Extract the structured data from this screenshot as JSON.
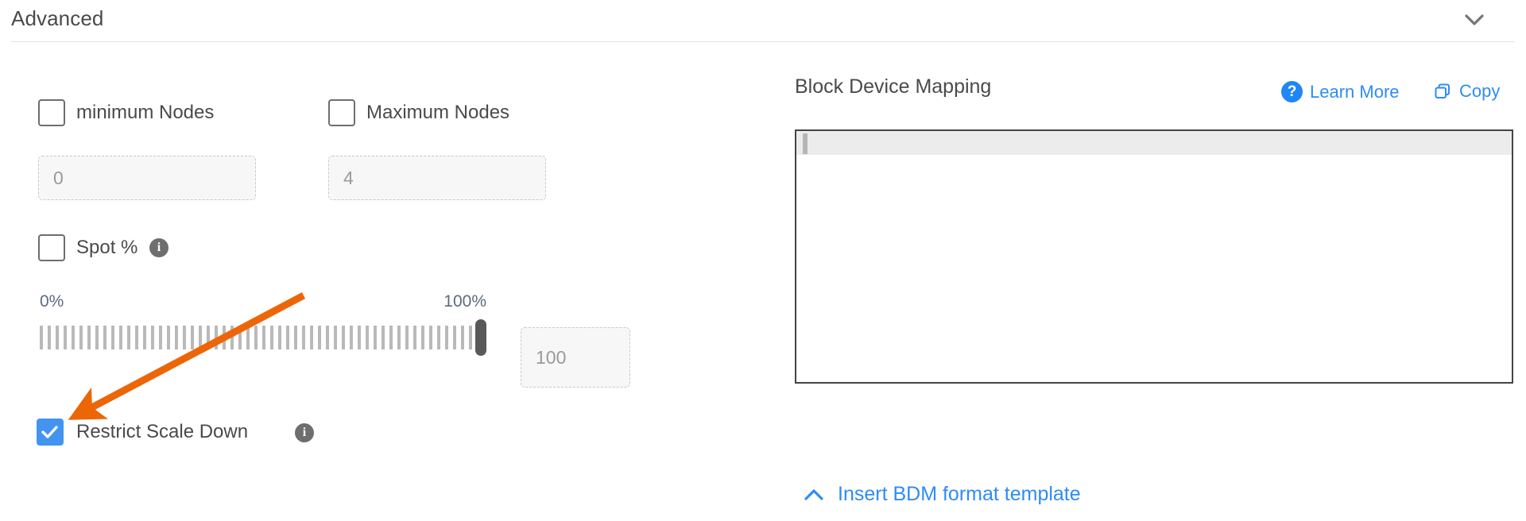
{
  "section": {
    "title": "Advanced",
    "collapse_icon": "chevron-down-icon"
  },
  "left": {
    "min_nodes": {
      "label": "minimum Nodes",
      "checked": false,
      "input_placeholder": "0",
      "input_value": ""
    },
    "max_nodes": {
      "label": "Maximum Nodes",
      "checked": false,
      "input_placeholder": "4",
      "input_value": ""
    },
    "spot": {
      "label": "Spot %",
      "checked": false,
      "info_icon": "info-icon",
      "info_glyph": "i"
    },
    "slider": {
      "min_label": "0%",
      "max_label": "100%",
      "value": 100,
      "value_input_placeholder": "100",
      "value_input_value": ""
    },
    "restrict_scale_down": {
      "label": "Restrict Scale Down",
      "checked": true,
      "info_icon": "info-icon",
      "info_glyph": "i"
    }
  },
  "right": {
    "title": "Block Device Mapping",
    "help_icon": "question-mark-icon",
    "help_glyph": "?",
    "learn_more_label": "Learn More",
    "copy_icon": "copy-icon",
    "copy_label": "Copy",
    "editor_content": "",
    "insert_template_label": "Insert BDM format template",
    "insert_template_icon": "chevron-up-icon"
  },
  "colors": {
    "accent_blue": "#2f8bf5",
    "checkbox_checked": "#4294f0",
    "annotation_orange": "#ec6608",
    "text_gray": "#4a4a4a"
  }
}
